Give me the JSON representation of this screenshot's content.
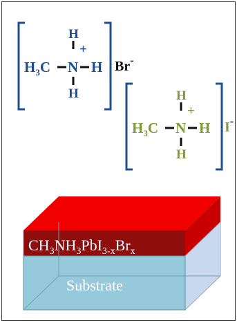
{
  "molecule_br": {
    "h_top": "H",
    "plus": "+",
    "methyl": "H",
    "methyl_sub": "3",
    "carbon": "C",
    "nitrogen": "N",
    "h_right": "H",
    "h_bottom": "H",
    "counter_ion": "Br",
    "counter_charge": "-"
  },
  "molecule_i": {
    "h_top": "H",
    "plus": "+",
    "methyl": "H",
    "methyl_sub": "3",
    "carbon": "C",
    "nitrogen": "N",
    "h_right": "H",
    "h_bottom": "H",
    "counter_ion": "I",
    "counter_charge": "-"
  },
  "film_label": {
    "p1": "CH",
    "s1": "3",
    "p2": "NH",
    "s2": "3",
    "p3": "PbI",
    "s3": "3-x",
    "p4": "Br",
    "s4": "x"
  },
  "substrate_label": "Substrate",
  "colors": {
    "br_structure": "#1f4e8c",
    "i_structure": "#7f9a35",
    "film_top": "#f00000",
    "film_front": "#8e0d0d",
    "substrate_front": "#96cadb",
    "substrate_side": "#c8d8ee"
  }
}
